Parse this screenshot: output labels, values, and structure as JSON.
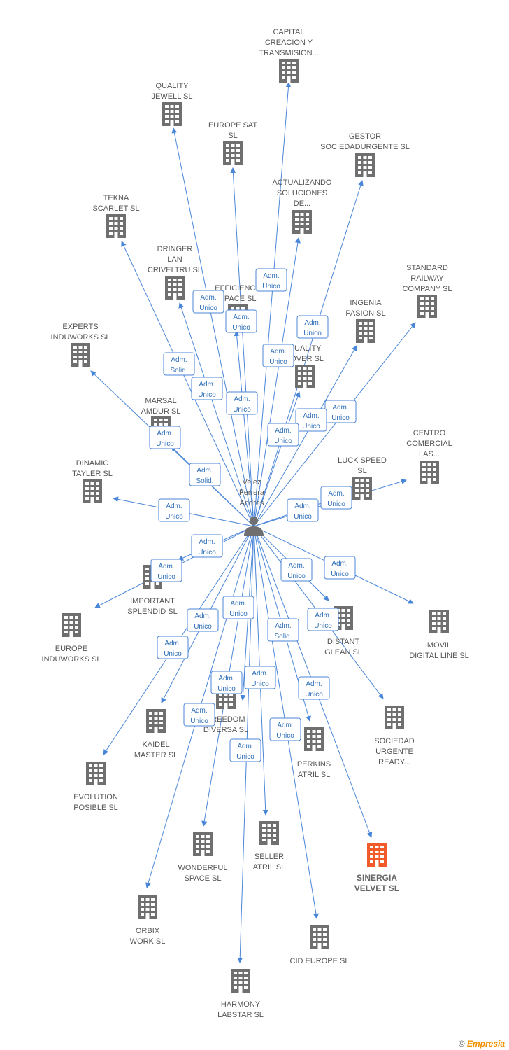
{
  "colors": {
    "edge": "#4a86d8",
    "building": "#6f6f6f",
    "highlight": "#f15a29",
    "label": "#555555"
  },
  "person": {
    "lines": [
      "Velez",
      "Ferrera",
      "Andres"
    ]
  },
  "companies": [
    {
      "id": "c1",
      "lines": [
        "CAPITAL",
        "CREACION Y",
        "TRANSMISION..."
      ]
    },
    {
      "id": "c2",
      "lines": [
        "QUALITY",
        "JEWELL SL"
      ]
    },
    {
      "id": "c3",
      "lines": [
        "EUROPE SAT",
        "SL"
      ]
    },
    {
      "id": "c4",
      "lines": [
        "GESTOR",
        "SOCIEDADURGENTE SL"
      ]
    },
    {
      "id": "c5",
      "lines": [
        "ACTUALIZANDO",
        "SOLUCIONES",
        "DE..."
      ]
    },
    {
      "id": "c6",
      "lines": [
        "TEKNA",
        "SCARLET SL"
      ]
    },
    {
      "id": "c7",
      "lines": [
        "DRINGER",
        "LAN",
        "CRIVELTRU SL"
      ]
    },
    {
      "id": "c8",
      "lines": [
        "STANDARD",
        "RAILWAY",
        "COMPANY SL"
      ]
    },
    {
      "id": "c9",
      "lines": [
        "EFFICIENCY",
        "SPACE SL"
      ]
    },
    {
      "id": "c10",
      "lines": [
        "INGENIA",
        "PASION SL"
      ]
    },
    {
      "id": "c11",
      "lines": [
        "EXPERTS",
        "INDUWORKS SL"
      ]
    },
    {
      "id": "c12",
      "lines": [
        "QUALITY",
        "LOVER SL"
      ]
    },
    {
      "id": "c13",
      "lines": [
        "MARSAL",
        "AMDUR SL"
      ]
    },
    {
      "id": "c14",
      "lines": [
        "CENTRO",
        "COMERCIAL",
        "LAS..."
      ]
    },
    {
      "id": "c15",
      "lines": [
        "DINAMIC",
        "TAYLER SL"
      ]
    },
    {
      "id": "c16",
      "lines": [
        "LUCK SPEED",
        "SL"
      ]
    },
    {
      "id": "c17",
      "lines": [
        "IMPORTANT",
        "SPLENDID SL"
      ]
    },
    {
      "id": "c18",
      "lines": [
        "EUROPE",
        "INDUWORKS SL"
      ]
    },
    {
      "id": "c19",
      "lines": [
        "DISTANT",
        "GLEAN SL"
      ]
    },
    {
      "id": "c20",
      "lines": [
        "MOVIL",
        "DIGITAL LINE SL"
      ]
    },
    {
      "id": "c21",
      "lines": [
        "FREEDOM",
        "DIVERSA SL"
      ]
    },
    {
      "id": "c22",
      "lines": [
        "KAIDEL",
        "MASTER SL"
      ]
    },
    {
      "id": "c23",
      "lines": [
        "SOCIEDAD",
        "URGENTE",
        "READY..."
      ]
    },
    {
      "id": "c24",
      "lines": [
        "PERKINS",
        "ATRIL SL"
      ]
    },
    {
      "id": "c25",
      "lines": [
        "EVOLUTION",
        "POSIBLE SL"
      ]
    },
    {
      "id": "c26",
      "lines": [
        "WONDERFUL",
        "SPACE SL"
      ]
    },
    {
      "id": "c27",
      "lines": [
        "SELLER",
        "ATRIL SL"
      ]
    },
    {
      "id": "c28",
      "lines": [
        "SINERGIA",
        "VELVET SL"
      ],
      "highlight": true
    },
    {
      "id": "c29",
      "lines": [
        "ORBIX",
        "WORK SL"
      ]
    },
    {
      "id": "c30",
      "lines": [
        "CID EUROPE SL"
      ]
    },
    {
      "id": "c31",
      "lines": [
        "HARMONY",
        "LABSTAR SL"
      ]
    }
  ],
  "roles": {
    "unico": [
      "Adm.",
      "Unico"
    ],
    "solid": [
      "Adm.",
      "Solid."
    ]
  },
  "footer": {
    "copyright": "©",
    "brand": "Empresia"
  }
}
